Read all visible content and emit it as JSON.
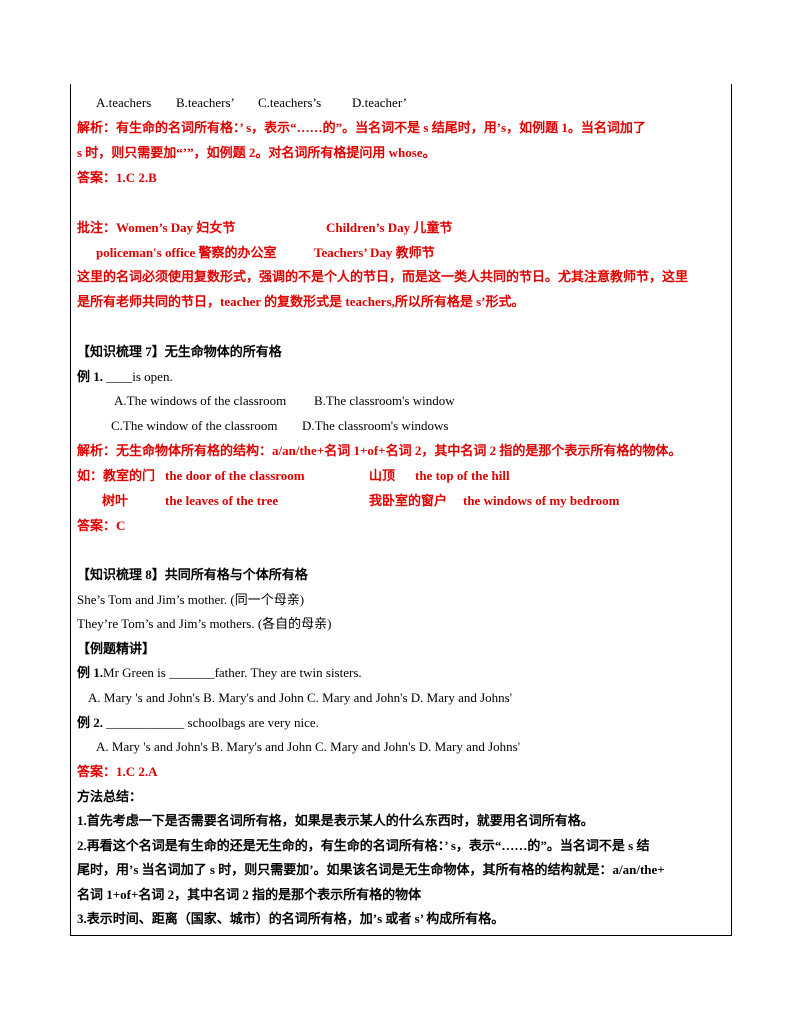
{
  "q2_options": {
    "a": "A.teachers",
    "b": "B.teachers’",
    "c": "C.teachers’s",
    "d": "D.teacher’"
  },
  "analysis1": {
    "line1": "解析：有生命的名词所有格：’ s，表示“……的”。当名词不是 s 结尾时，用’s，如例题 1。当名词加了",
    "line2": "s 时，则只需要加“’”，如例题 2。对名词所有格提问用 whose。"
  },
  "answer1": "答案：1.C 2.B",
  "note": {
    "womens_day": "批注：Women’s Day 妇女节",
    "childrens_day": "Children’s Day 儿童节",
    "policemans_office": "policeman's office 警察的办公室",
    "teachers_day": "Teachers’ Day 教师节",
    "line3": "这里的名词必须使用复数形式，强调的不是个人的节日，而是这一类人共同的节日。尤其注意教师节，这里",
    "line4": "是所有老师共同的节日，teacher 的复数形式是 teachers,所以所有格是 s’形式。"
  },
  "section7": {
    "heading": "【知识梳理 7】无生命物体的所有格",
    "example_label": "例 1.",
    "example_text": "____is open.",
    "opt_a": "A.The windows of the classroom",
    "opt_b": "B.The classroom's window",
    "opt_c": "C.The window of the classroom",
    "opt_d": "D.The classroom's windows",
    "analysis": "解析：无生命物体所有格的结构：a/an/the+名词 1+of+名词 2，其中名词 2 指的是那个表示所有格的物体。",
    "ex1_label": "如：教室的门",
    "ex1_en": "the door of the classroom",
    "ex2_label": "山顶",
    "ex2_en": "the top of the hill",
    "ex3_label": "树叶",
    "ex3_en": "the leaves of the tree",
    "ex4_label": "我卧室的窗户",
    "ex4_en": "the windows of my bedroom",
    "answer": "答案：C"
  },
  "section8": {
    "heading": "【知识梳理 8】共同所有格与个体所有格",
    "line1": "She’s Tom and Jim’s mother. (同一个母亲)",
    "line2": "They’re Tom’s and Jim’s mothers. (各自的母亲)",
    "subheading": "【例题精讲】",
    "ex1_label": "例 1.",
    "ex1_text": "Mr Green is _______father. They are twin sisters.",
    "ex1_options": "A. Mary 's and John's B. Mary's and John C. Mary and John's D. Mary and Johns'",
    "ex2_label": "例 2.",
    "ex2_text": "____________ schoolbags are very nice.",
    "ex2_options": "A. Mary 's and John's B. Mary's and John C. Mary and John's D. Mary and Johns'",
    "answer": "答案：1.C 2.A"
  },
  "summary": {
    "title": "方法总结：",
    "p1": "1.首先考虑一下是否需要名词所有格，如果是表示某人的什么东西时，就要用名词所有格。",
    "p2a": "2.再看这个名词是有生命的还是无生命的，有生命的名词所有格：’ s，表示“……的”。当名词不是 s 结",
    "p2b": "尾时，用’s 当名词加了 s 时，则只需要加’。如果该名词是无生命物体，其所有格的结构就是：a/an/the+",
    "p2c": "名词 1+of+名词 2，其中名词 2 指的是那个表示所有格的物体",
    "p3": "3.表示时间、距离（国家、城市）的名词所有格，加’s 或者 s’ 构成所有格。"
  }
}
